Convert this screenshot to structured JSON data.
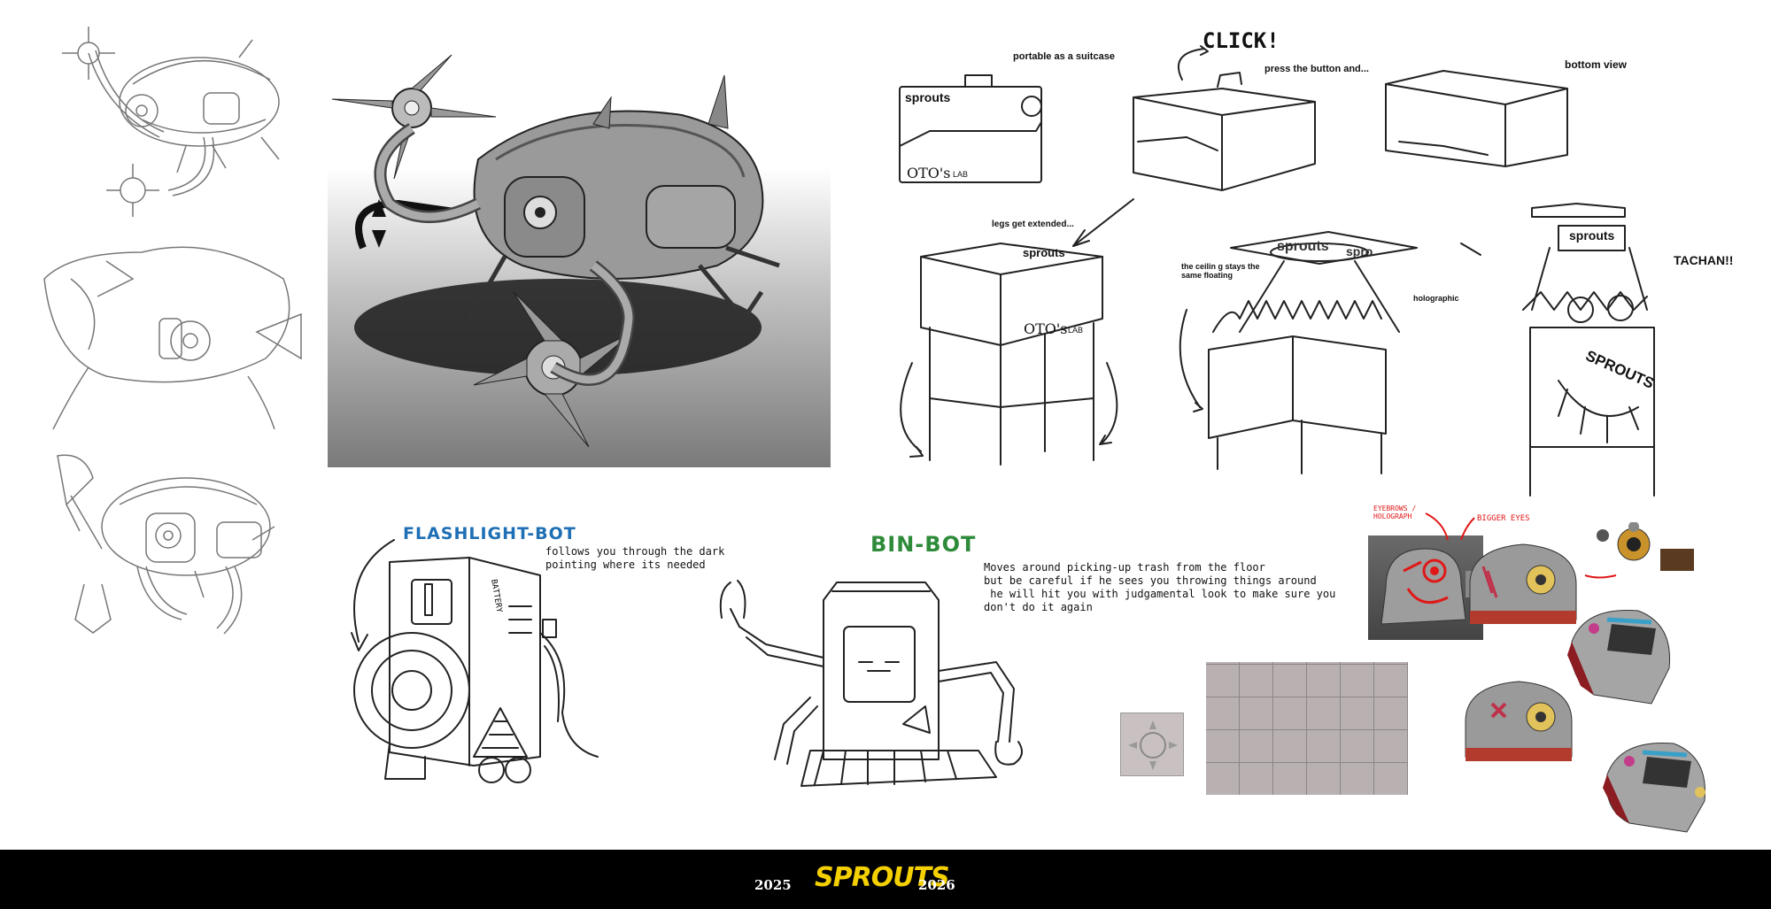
{
  "colors": {
    "flashlight_title": "#1e6fb5",
    "binbot_title": "#2e8b3a",
    "footer_bg": "#000000",
    "logo": "#f4d000",
    "annotation_red": "#e01818"
  },
  "suitcase_panel": {
    "portable_note": "portable as a suitcase",
    "click_note": "CLICK!",
    "press_note": "press the button and...",
    "bottom_view_note": "bottom view",
    "legs_note": "legs get extended...",
    "ceiling_note_line1": "the ceilin g stays the",
    "ceiling_note_line2": "same floating",
    "holographic_note": "holographic",
    "tachan_note": "TACHAN!!",
    "brand_small": "sprouts",
    "lab_name": "OTO's",
    "lab_suffix": "LAB",
    "holo_text": "sprouts",
    "holo_text_cut": "spro",
    "banner_text": "SPROUTS"
  },
  "flashlight_bot": {
    "title": "FLASHLIGHT-BOT",
    "line1": "follows you through the dark",
    "line2": "pointing where its needed",
    "battery_label": "BATTERY"
  },
  "bin_bot": {
    "title": "BIN-BOT",
    "line1": "Moves around picking-up trash from the floor",
    "line2": "but be careful if he sees you throwing things around",
    "line3": " he will hit you with judgamental look to make sure you",
    "line4": "don't do it again"
  },
  "annotations": {
    "red_left": "EYEBROWS / HOLOGRAPH",
    "red_right": "BIGGER EYES"
  },
  "footer": {
    "year_start": "2025",
    "logo": "SPROUTS",
    "year_end": "2026"
  }
}
